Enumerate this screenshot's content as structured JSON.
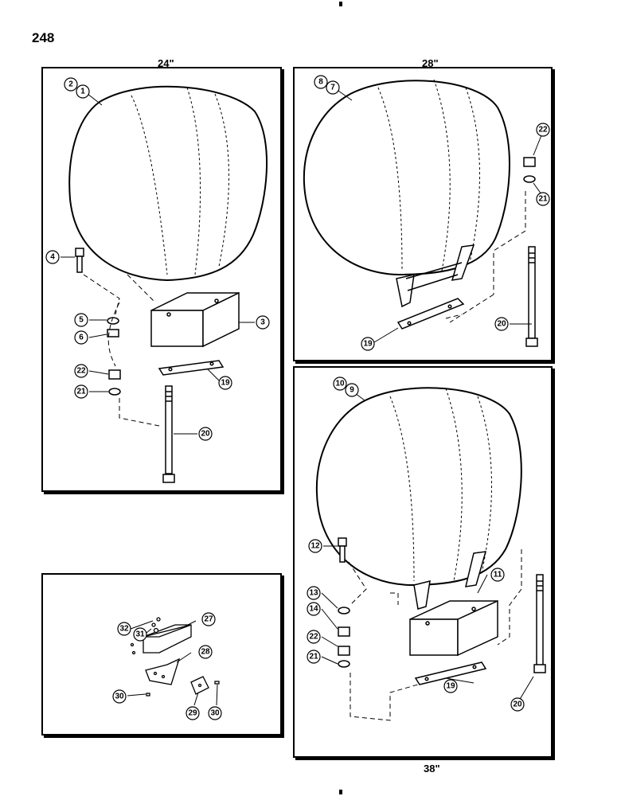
{
  "page_number": "248",
  "sections": {
    "s24": "24\"",
    "s28": "28\"",
    "s38": "38\""
  },
  "refs": {
    "p24": [
      "2",
      "1",
      "4",
      "5",
      "6",
      "3",
      "22",
      "21",
      "19",
      "20"
    ],
    "p28": [
      "8",
      "7",
      "22",
      "21",
      "19",
      "20"
    ],
    "p38": [
      "10",
      "9",
      "12",
      "11",
      "13",
      "14",
      "22",
      "21",
      "19",
      "20"
    ],
    "pbox": [
      "32",
      "31",
      "27",
      "28",
      "30",
      "29",
      "30"
    ]
  }
}
